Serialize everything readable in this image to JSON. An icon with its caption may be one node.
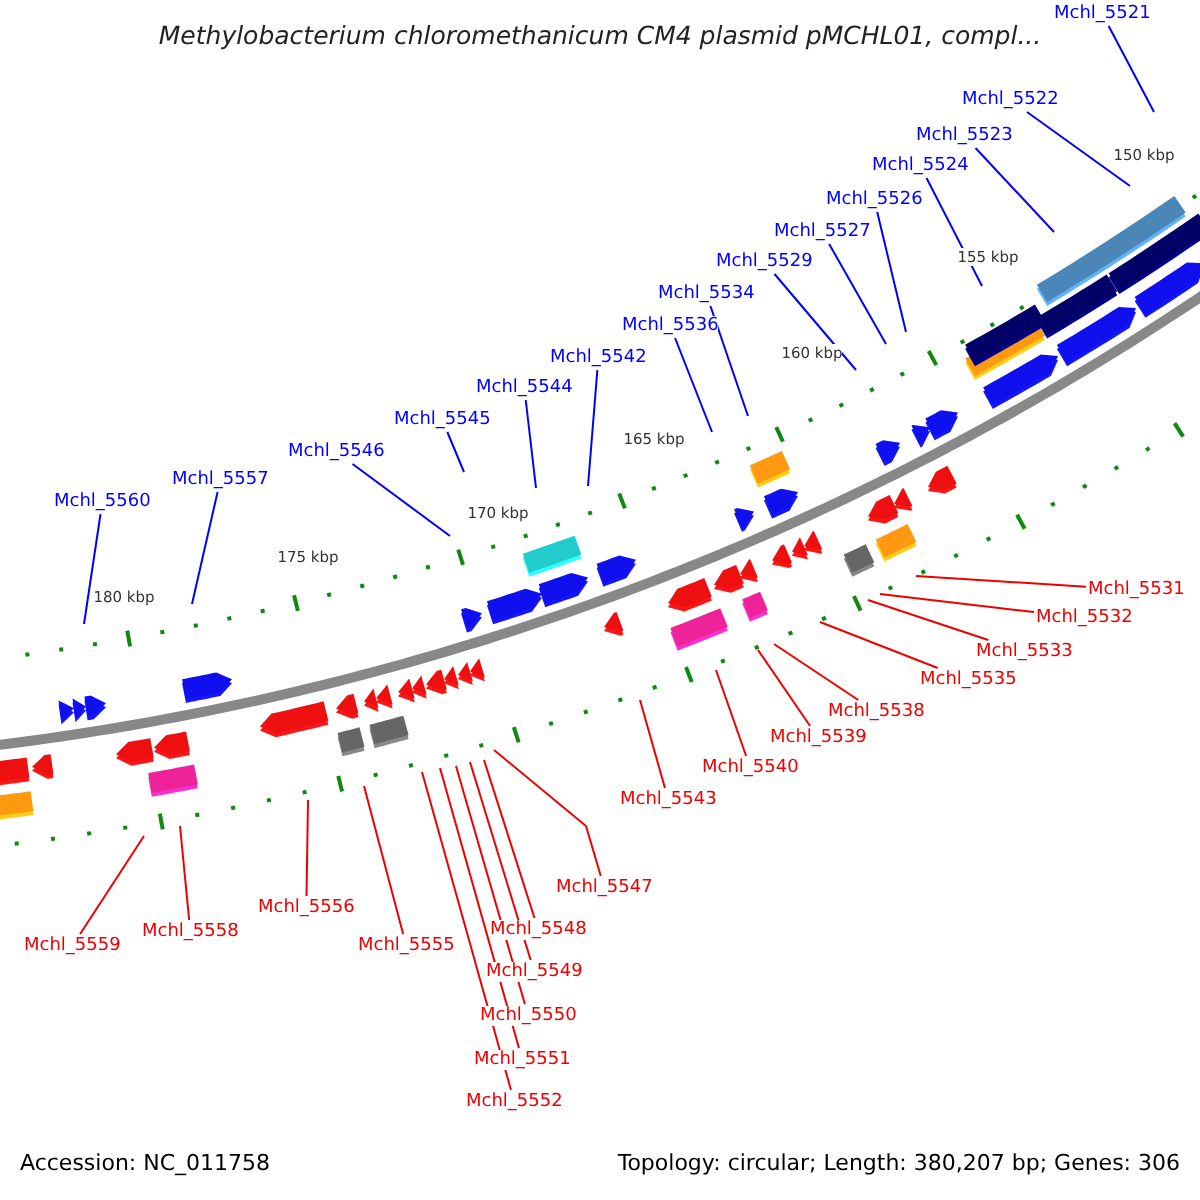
{
  "diagram": {
    "title": "Methylobacterium chloromethanicum CM4 plasmid pMCHL01, compl...",
    "nodes": [
      {
        "text": [
          "Mchl_5521"
        ]
      },
      {
        "text": [
          "Mchl_5522"
        ]
      },
      {
        "text": [
          "Mchl_5523"
        ]
      },
      {
        "text": [
          "Mchl_5524"
        ]
      },
      {
        "text": [
          "Mchl_5526"
        ]
      },
      {
        "text": [
          "Mchl_5527"
        ]
      },
      {
        "text": [
          "Mchl_5529"
        ]
      },
      {
        "text": [
          "Mchl_5534"
        ]
      },
      {
        "text": [
          "Mchl_5536"
        ]
      },
      {
        "text": [
          "Mchl_5542"
        ]
      },
      {
        "text": [
          "Mchl_5544"
        ]
      },
      {
        "text": [
          "Mchl_5545"
        ]
      },
      {
        "text": [
          "Mchl_5546"
        ]
      },
      {
        "text": [
          "Mchl_5557"
        ]
      },
      {
        "text": [
          "Mchl_5560"
        ]
      },
      {
        "text": [
          "Mchl_5531"
        ]
      },
      {
        "text": [
          "Mchl_5532"
        ]
      },
      {
        "text": [
          "Mchl_5533"
        ]
      },
      {
        "text": [
          "Mchl_5535"
        ]
      },
      {
        "text": [
          "Mchl_5538"
        ]
      },
      {
        "text": [
          "Mchl_5539"
        ]
      },
      {
        "text": [
          "Mchl_5540"
        ]
      },
      {
        "text": [
          "Mchl_5543"
        ]
      },
      {
        "text": [
          "Mchl_5547"
        ]
      },
      {
        "text": [
          "Mchl_5548"
        ]
      },
      {
        "text": [
          "Mchl_5549"
        ]
      },
      {
        "text": [
          "Mchl_5550"
        ]
      },
      {
        "text": [
          "Mchl_5551"
        ]
      },
      {
        "text": [
          "Mchl_5552"
        ]
      },
      {
        "text": [
          "Mchl_5555"
        ]
      },
      {
        "text": [
          "Mchl_5556"
        ]
      },
      {
        "text": [
          "Mchl_5558"
        ]
      },
      {
        "text": [
          "Mchl_5559"
        ]
      }
    ],
    "edges": [
      {
        "from": 0,
        "to": null,
        "arrow": "none",
        "color": "#0000ff"
      },
      {
        "from": 1,
        "to": null,
        "arrow": "none",
        "color": "#0000ff"
      },
      {
        "from": 2,
        "to": null,
        "arrow": "none",
        "color": "#0000ff"
      },
      {
        "from": 3,
        "to": null,
        "arrow": "none",
        "color": "#0000ff"
      },
      {
        "from": 4,
        "to": null,
        "arrow": "none",
        "color": "#0000ff"
      },
      {
        "from": 5,
        "to": null,
        "arrow": "none",
        "color": "#0000ff"
      },
      {
        "from": 6,
        "to": null,
        "arrow": "none",
        "color": "#0000ff"
      },
      {
        "from": 7,
        "to": null,
        "arrow": "none",
        "color": "#0000ff"
      },
      {
        "from": 8,
        "to": null,
        "arrow": "none",
        "color": "#0000ff"
      },
      {
        "from": 9,
        "to": null,
        "arrow": "none",
        "color": "#0000ff"
      },
      {
        "from": 10,
        "to": null,
        "arrow": "none",
        "color": "#0000ff"
      },
      {
        "from": 11,
        "to": null,
        "arrow": "none",
        "color": "#0000ff"
      },
      {
        "from": 12,
        "to": null,
        "arrow": "none",
        "color": "#0000ff"
      },
      {
        "from": 13,
        "to": null,
        "arrow": "none",
        "color": "#0000ff"
      },
      {
        "from": 14,
        "to": null,
        "arrow": "none",
        "color": "#0000ff"
      },
      {
        "from": 15,
        "to": null,
        "arrow": "none"
      },
      {
        "from": 16,
        "to": null,
        "arrow": "none"
      },
      {
        "from": 17,
        "to": null,
        "arrow": "none"
      },
      {
        "from": 18,
        "to": null,
        "arrow": "none"
      },
      {
        "from": 19,
        "to": null,
        "arrow": "none"
      },
      {
        "from": 20,
        "to": null,
        "arrow": "none"
      },
      {
        "from": 21,
        "to": null,
        "arrow": "none"
      },
      {
        "from": 22,
        "to": null,
        "arrow": "none"
      },
      {
        "from": 23,
        "to": null,
        "arrow": "none"
      },
      {
        "from": 24,
        "to": null,
        "arrow": "none"
      },
      {
        "from": 25,
        "to": null,
        "arrow": "none"
      },
      {
        "from": 26,
        "to": null,
        "arrow": "none"
      },
      {
        "from": 27,
        "to": null,
        "arrow": "none"
      },
      {
        "from": 28,
        "to": null,
        "arrow": "none"
      },
      {
        "from": 29,
        "to": null,
        "arrow": "none"
      },
      {
        "from": 30,
        "to": null,
        "arrow": "none"
      },
      {
        "from": 31,
        "to": null,
        "arrow": "none"
      },
      {
        "from": 32,
        "to": null,
        "arrow": "none"
      }
    ],
    "labels": [
      "150 kbp",
      "155 kbp",
      "160 kbp",
      "165 kbp",
      "170 kbp",
      "175 kbp",
      "180 kbp",
      "Accession: NC_011758",
      "Topology: circular; Length: 380,207 bp; Genes: 306"
    ]
  }
}
